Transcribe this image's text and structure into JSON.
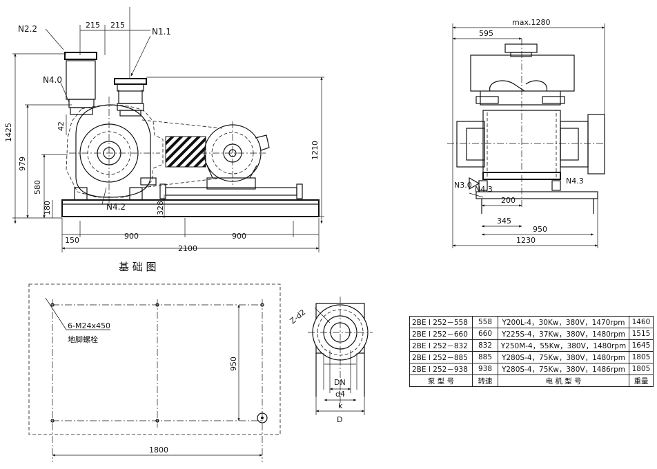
{
  "front_view": {
    "dim_215_left": "215",
    "dim_215_right": "215",
    "label_n22": "N2.2",
    "label_n11": "N1.1",
    "label_n40": "N4.0",
    "label_n42": "N4.2",
    "dim_1425": "1425",
    "dim_979": "979",
    "dim_580": "580",
    "dim_180": "180",
    "dim_42": "42",
    "dim_328": "328",
    "dim_1210": "1210",
    "dim_150": "150",
    "dim_900_left": "900",
    "dim_900_right": "900",
    "dim_2100": "2100"
  },
  "side_view": {
    "dim_max1280": "max.1280",
    "dim_595": "595",
    "label_n30": "N3.0",
    "label_n43_left": "N4.3",
    "label_n43_right": "N4.3",
    "dim_200": "200",
    "dim_345": "345",
    "dim_950": "950",
    "dim_1230": "1230"
  },
  "foundation": {
    "title": "基  础  图",
    "bolt_spec": "6-M24x450",
    "bolt_note": "地脚螺栓",
    "dim_950": "950",
    "dim_1800": "1800"
  },
  "flange": {
    "holes": "Z-d2",
    "dn": "DN",
    "d4": "d4",
    "k": "k",
    "d": "D"
  },
  "spec_table": {
    "rows": [
      {
        "model": "2BE I 252－558",
        "speed": "558",
        "motor": "Y200L-4，30Kw，380V，1470rpm",
        "weight": "1460"
      },
      {
        "model": "2BE I 252－660",
        "speed": "660",
        "motor": "Y225S-4，37Kw，380V，1480rpm",
        "weight": "1515"
      },
      {
        "model": "2BE I 252－832",
        "speed": "832",
        "motor": "Y250M-4，55Kw，380V，1480rpm",
        "weight": "1645"
      },
      {
        "model": "2BE I 252－885",
        "speed": "885",
        "motor": "Y280S-4，75Kw，380V，1480rpm",
        "weight": "1805"
      },
      {
        "model": "2BE I 252－938",
        "speed": "938",
        "motor": "Y280S-4，75Kw，380V，1486rpm",
        "weight": "1805"
      }
    ],
    "header": {
      "model": "泵 型 号",
      "speed": "转速",
      "motor": "电 机 型 号",
      "weight": "重量"
    }
  }
}
